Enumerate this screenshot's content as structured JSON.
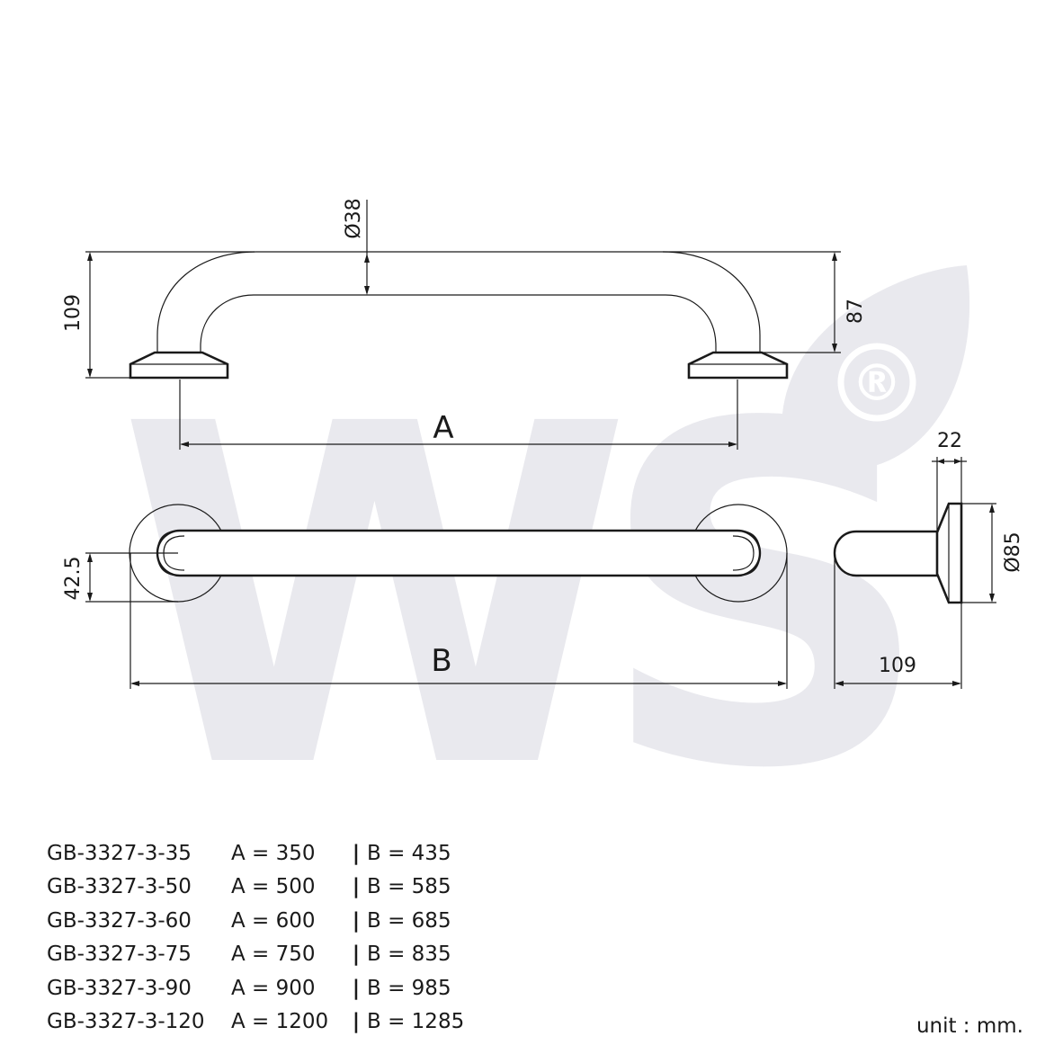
{
  "dimensions": {
    "diameter_tube": "Ø38",
    "height_total": "109",
    "height_inner": "87",
    "label_a": "A",
    "label_b": "B",
    "flange_offset": "42.5",
    "flange_thickness": "22",
    "flange_diameter": "Ø85",
    "side_depth": "109"
  },
  "watermark": {
    "text": "WS",
    "registered": "®",
    "color": "#e9e9ee"
  },
  "models": [
    {
      "model": "GB-3327-3-35",
      "a": "A = 350",
      "sep": "|",
      "b": "B = 435"
    },
    {
      "model": "GB-3327-3-50",
      "a": "A = 500",
      "sep": "|",
      "b": "B = 585"
    },
    {
      "model": "GB-3327-3-60",
      "a": "A = 600",
      "sep": "|",
      "b": "B = 685"
    },
    {
      "model": "GB-3327-3-75",
      "a": "A = 750",
      "sep": "|",
      "b": "B = 835"
    },
    {
      "model": "GB-3327-3-90",
      "a": "A = 900",
      "sep": "|",
      "b": "B = 985"
    },
    {
      "model": "GB-3327-3-120",
      "a": "A = 1200",
      "sep": "|",
      "b": "B = 1285"
    }
  ],
  "unit": "unit : mm."
}
